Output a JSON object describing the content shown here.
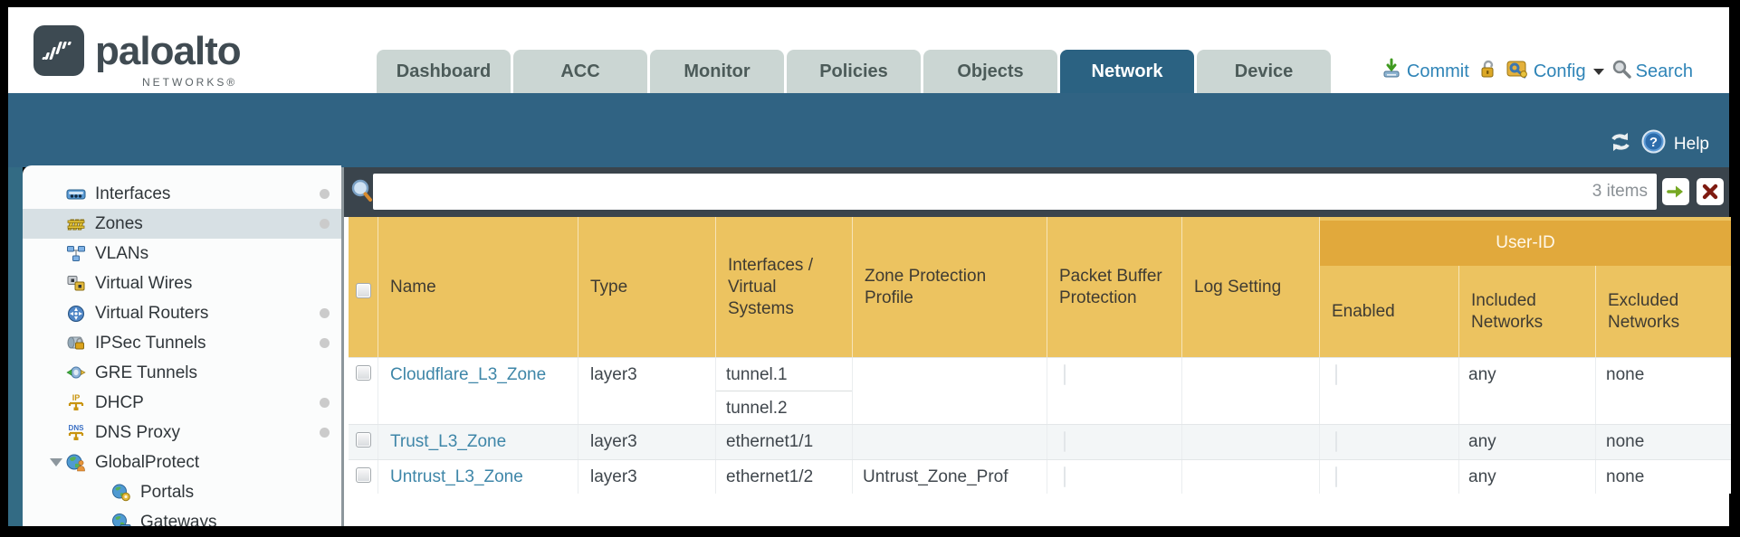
{
  "header": {
    "logo_word": "paloalto",
    "logo_sub": "NETWORKS®",
    "tabs": [
      {
        "label": "Dashboard",
        "active": false
      },
      {
        "label": "ACC",
        "active": false
      },
      {
        "label": "Monitor",
        "active": false
      },
      {
        "label": "Policies",
        "active": false
      },
      {
        "label": "Objects",
        "active": false
      },
      {
        "label": "Network",
        "active": true
      },
      {
        "label": "Device",
        "active": false
      }
    ],
    "actions": {
      "commit": "Commit",
      "config": "Config",
      "search": "Search"
    }
  },
  "band": {
    "help": "Help",
    "help_qmark": "?"
  },
  "sidebar": {
    "items": [
      {
        "label": "Interfaces",
        "icon": "interfaces-icon",
        "dot": true,
        "selected": false,
        "indent": false
      },
      {
        "label": "Zones",
        "icon": "zones-icon",
        "dot": true,
        "selected": true,
        "indent": false
      },
      {
        "label": "VLANs",
        "icon": "vlans-icon",
        "dot": false,
        "selected": false,
        "indent": false
      },
      {
        "label": "Virtual Wires",
        "icon": "virtual-wires-icon",
        "dot": false,
        "selected": false,
        "indent": false
      },
      {
        "label": "Virtual Routers",
        "icon": "virtual-routers-icon",
        "dot": true,
        "selected": false,
        "indent": false
      },
      {
        "label": "IPSec Tunnels",
        "icon": "ipsec-tunnels-icon",
        "dot": true,
        "selected": false,
        "indent": false
      },
      {
        "label": "GRE Tunnels",
        "icon": "gre-tunnels-icon",
        "dot": false,
        "selected": false,
        "indent": false
      },
      {
        "label": "DHCP",
        "icon": "dhcp-icon",
        "dot": true,
        "selected": false,
        "indent": false
      },
      {
        "label": "DNS Proxy",
        "icon": "dns-proxy-icon",
        "dot": true,
        "selected": false,
        "indent": false
      },
      {
        "label": "GlobalProtect",
        "icon": "globalprotect-icon",
        "dot": false,
        "selected": false,
        "indent": false,
        "expanded": true
      },
      {
        "label": "Portals",
        "icon": "portals-icon",
        "dot": false,
        "selected": false,
        "indent": true
      },
      {
        "label": "Gateways",
        "icon": "gateways-icon",
        "dot": false,
        "selected": false,
        "indent": true
      }
    ]
  },
  "search": {
    "count": "3 items",
    "value": "",
    "placeholder": ""
  },
  "icons": {
    "dhcp_text": "IP",
    "dns_text": "DNS"
  },
  "table": {
    "group_header": "User-ID",
    "columns": [
      "Name",
      "Type",
      "Interfaces / Virtual Systems",
      "Zone Protection Profile",
      "Packet Buffer Protection",
      "Log Setting",
      "Enabled",
      "Included Networks",
      "Excluded Networks"
    ],
    "rows": [
      {
        "name": "Cloudflare_L3_Zone",
        "type": "layer3",
        "interfaces": [
          "tunnel.1",
          "tunnel.2"
        ],
        "zone_protection_profile": "",
        "log_setting": "",
        "included_networks": "any",
        "excluded_networks": "none"
      },
      {
        "name": "Trust_L3_Zone",
        "type": "layer3",
        "interfaces": [
          "ethernet1/1"
        ],
        "zone_protection_profile": "",
        "log_setting": "",
        "included_networks": "any",
        "excluded_networks": "none"
      },
      {
        "name": "Untrust_L3_Zone",
        "type": "layer3",
        "interfaces": [
          "ethernet1/2"
        ],
        "zone_protection_profile": "Untrust_Zone_Prof",
        "log_setting": "",
        "included_networks": "any",
        "excluded_networks": "none"
      }
    ]
  },
  "colors": {
    "teal_band": "#306383",
    "active_tab": "#2b6282",
    "inactive_tab": "#cbd6d3",
    "header_amber": "#ecc360",
    "userid_amber": "#e1a93c",
    "link_blue": "#3e86a8",
    "action_blue": "#2e84b7",
    "filter_strip": "#3a444c",
    "selected_item": "#d7e0e4"
  }
}
